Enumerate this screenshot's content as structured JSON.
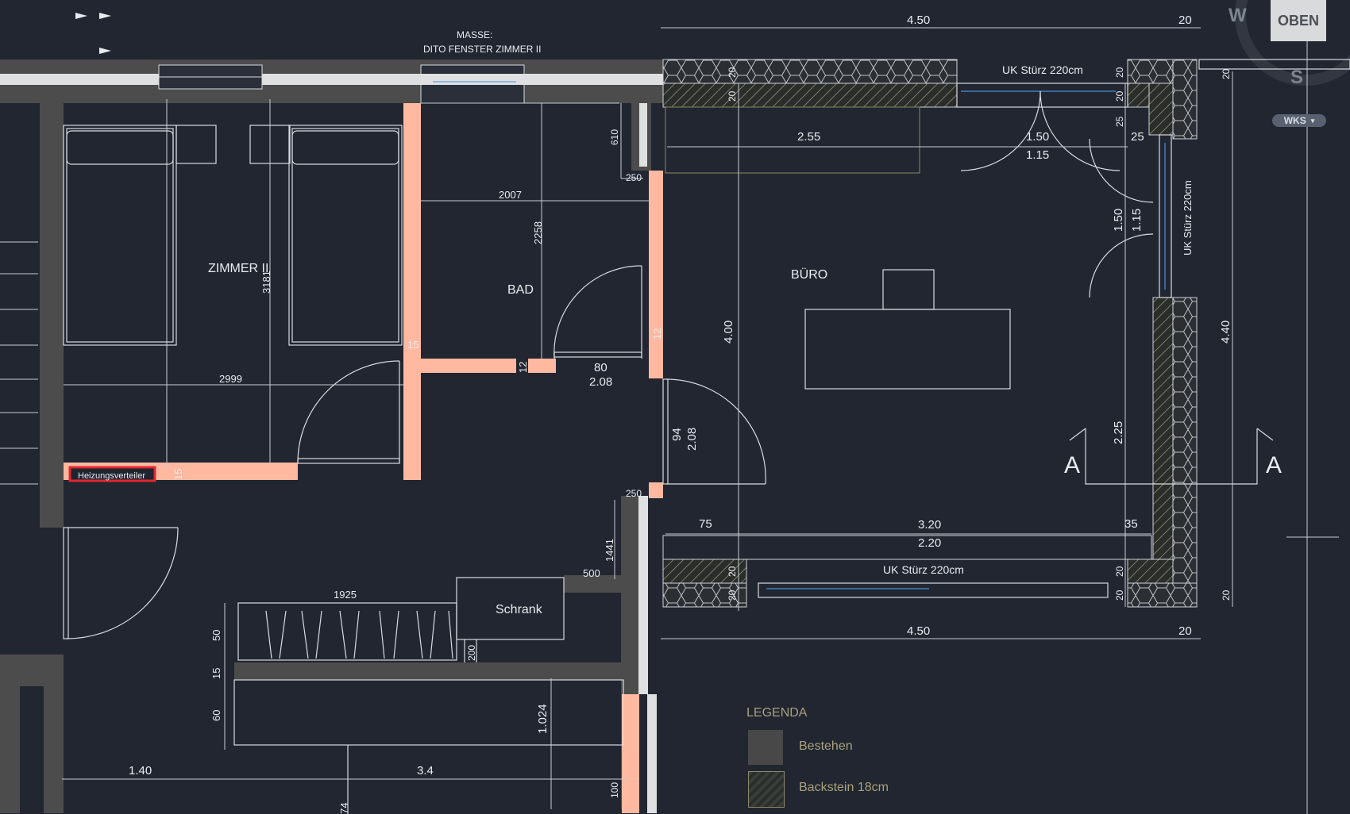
{
  "colors": {
    "background": "#212631",
    "existing_wall": "#4c4c4c",
    "new_wall": "#ffb9a0",
    "line": "#d8dce2",
    "legend_text": "#a8a27c",
    "highlight_box": "#e2262d"
  },
  "rooms": {
    "zimmer": "ZIMMER II",
    "bad": "BAD",
    "buero": "BÜRO",
    "schrank": "Schrank"
  },
  "notes": {
    "masse_line1": "MASSE:",
    "masse_line2": "DITO FENSTER ZIMMER II",
    "uk_sturz_top": "UK Stürz 220cm",
    "uk_sturz_bottom": "UK Stürz 220cm",
    "uk_sturz_right": "UK Stürz 220cm",
    "heizung": "Heizungsverteiler"
  },
  "section_marks": {
    "left": "A",
    "right": "A"
  },
  "dimensions": {
    "top_total": "4.50",
    "top_end": "20",
    "bottom_total": "4.50",
    "bottom_end": "20",
    "d_255": "2.55",
    "d_150": "1.50",
    "d_115": "1.15",
    "d_25": "25",
    "right_150": "1.50",
    "right_115": "1.15",
    "height_400": "4.00",
    "height_440": "4.40",
    "height_225": "2.25",
    "d_75": "75",
    "d_320": "3.20",
    "d_220": "2.20",
    "d_35": "35",
    "d_2007": "2007",
    "d_2258": "2258",
    "d_3181": "3181",
    "d_2999": "2999",
    "d_610": "610",
    "d_250a": "250",
    "d_250b": "250",
    "door_80": "80",
    "door_208": "2.08",
    "door_94": "94",
    "door_208b": "2.08",
    "wall_15a": "15",
    "wall_12a": "12",
    "wall_12b": "12",
    "wall_15b": "15",
    "d_1441": "1441",
    "d_500": "500",
    "d_1925": "1925",
    "d_200": "200",
    "d_50": "50",
    "d_15c": "15",
    "d_60": "60",
    "d_1024": "1.024",
    "d_140": "1.40",
    "d_34": "3.4",
    "d_100": "100",
    "d_74": "74",
    "w20_1": "20",
    "w20_2": "20",
    "w20_3": "20",
    "w20_4": "20",
    "w20_5": "20",
    "w20_6": "20",
    "w20_7": "20",
    "w20_8": "20",
    "w20_9": "20",
    "w20_10": "20",
    "w25_2": "25"
  },
  "viewcube": {
    "face": "OBEN",
    "west": "W",
    "south": "S",
    "wks": "WKS",
    "caret": "▾"
  },
  "legend": {
    "title": "LEGENDA",
    "items": [
      {
        "label": "Bestehen"
      },
      {
        "label": "Backstein 18cm"
      }
    ]
  }
}
